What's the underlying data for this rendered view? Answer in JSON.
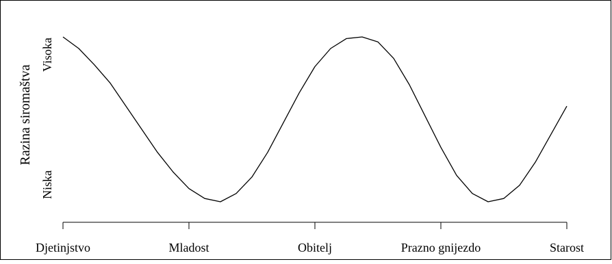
{
  "chart_data": {
    "type": "line",
    "title": "",
    "xlabel": "",
    "ylabel": "Razina siromaštva",
    "categories": [
      "Djetinjstvo",
      "Mladost",
      "Obitelj",
      "Prazno gnijezdo",
      "Starost"
    ],
    "y_tick_labels": [
      "Niska",
      "Visoka"
    ],
    "ylim": [
      0,
      1
    ],
    "grid": false,
    "legend": "none",
    "series": [
      {
        "x": [
          0,
          0.125,
          0.25,
          0.375,
          0.5,
          0.625,
          0.75,
          0.875,
          1,
          1.125,
          1.25,
          1.375,
          1.5,
          1.625,
          1.75,
          1.875,
          2,
          2.125,
          2.25,
          2.375,
          2.5,
          2.625,
          2.75,
          2.875,
          3,
          3.125,
          3.25,
          3.375,
          3.5,
          3.625,
          3.75,
          3.875,
          4
        ],
        "values": [
          1,
          0.93,
          0.83,
          0.72,
          0.58,
          0.44,
          0.3,
          0.18,
          0.08,
          0.02,
          0.0,
          0.05,
          0.15,
          0.3,
          0.48,
          0.66,
          0.82,
          0.93,
          0.99,
          1.0,
          0.97,
          0.87,
          0.71,
          0.52,
          0.33,
          0.16,
          0.05,
          0.0,
          0.02,
          0.1,
          0.24,
          0.41,
          0.58
        ]
      }
    ],
    "colors": {
      "line": "#000000",
      "frame": "#000000",
      "background": "#ffffff"
    }
  }
}
